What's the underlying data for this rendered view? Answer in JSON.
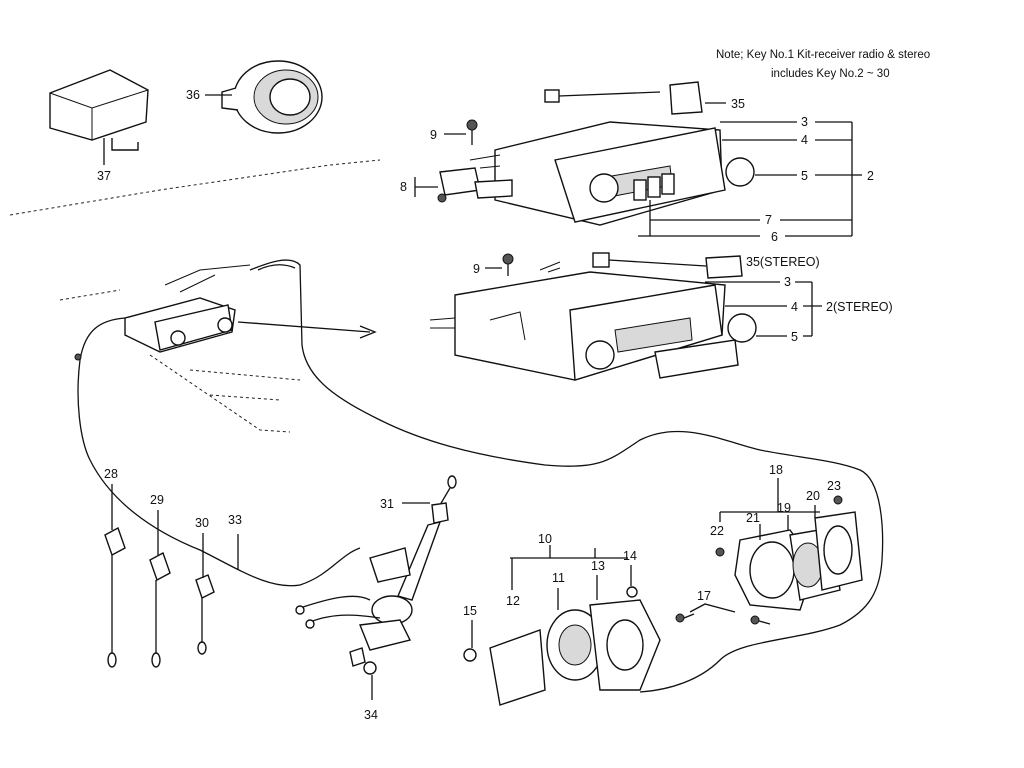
{
  "note": {
    "line1": "Note; Key No.1 Kit-receiver radio & stereo",
    "line2": "includes Key No.2 ~ 30"
  },
  "labels": {
    "k2": "2",
    "k2_stereo": "2(STEREO)",
    "k3a": "3",
    "k3b": "3",
    "k4a": "4",
    "k4b": "4",
    "k5a": "5",
    "k5b": "5",
    "k6": "6",
    "k7": "7",
    "k8": "8",
    "k9a": "9",
    "k9b": "9",
    "k10": "10",
    "k11": "11",
    "k12": "12",
    "k13": "13",
    "k14": "14",
    "k15": "15",
    "k17": "17",
    "k18": "18",
    "k19": "19",
    "k20": "20",
    "k21": "21",
    "k22": "22",
    "k23": "23",
    "k28": "28",
    "k29": "29",
    "k30": "30",
    "k31": "31",
    "k33": "33",
    "k34": "34",
    "k35": "35",
    "k35_stereo": "35(STEREO)",
    "k36": "36",
    "k37": "37"
  }
}
